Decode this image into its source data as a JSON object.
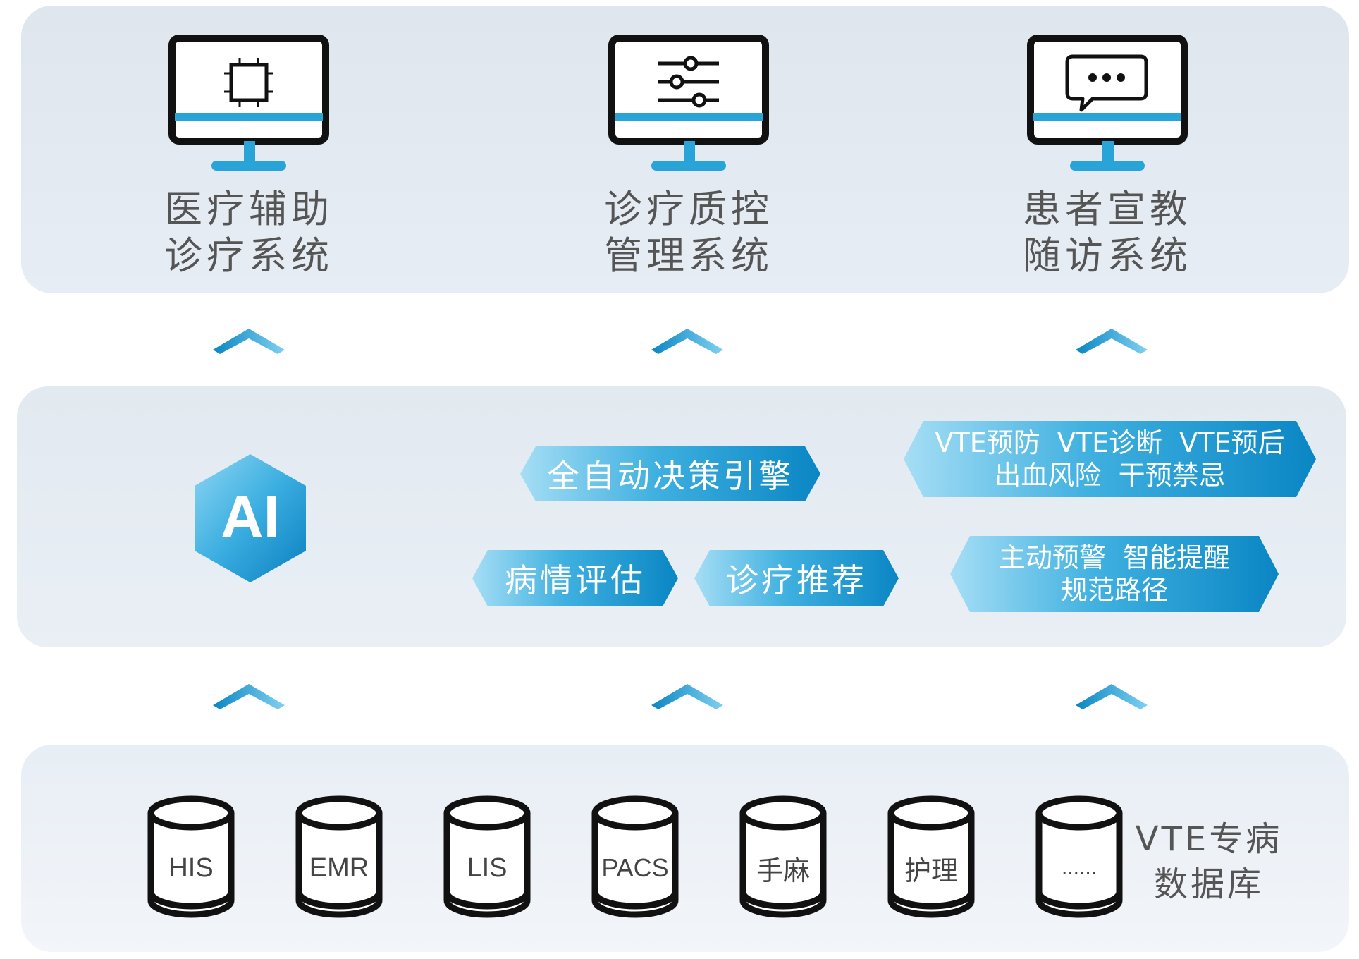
{
  "colors": {
    "accent_dark": "#0b86c2",
    "accent_light": "#7fd0f1",
    "text_gray": "#555555",
    "line_black": "#111111"
  },
  "top": {
    "apps": [
      {
        "icon": "chip-icon",
        "line1": "医疗辅助",
        "line2": "诊疗系统"
      },
      {
        "icon": "sliders-icon",
        "line1": "诊疗质控",
        "line2": "管理系统"
      },
      {
        "icon": "chat-bubble-icon",
        "line1": "患者宣教",
        "line2": "随访系统"
      }
    ]
  },
  "middle": {
    "ai_label": "AI",
    "tags": [
      {
        "lines": [
          "全自动决策引擎"
        ]
      },
      {
        "lines": [
          "病情评估"
        ]
      },
      {
        "lines": [
          "诊疗推荐"
        ]
      },
      {
        "lines": [
          "VTE预防  VTE诊断  VTE预后",
          "出血风险  干预禁忌"
        ]
      },
      {
        "lines": [
          "主动预警  智能提醒",
          "规范路径"
        ]
      }
    ]
  },
  "bottom": {
    "databases": [
      "HIS",
      "EMR",
      "LIS",
      "PACS",
      "手麻",
      "护理",
      "......"
    ],
    "title_line1": "VTE专病",
    "title_line2": "数据库"
  }
}
